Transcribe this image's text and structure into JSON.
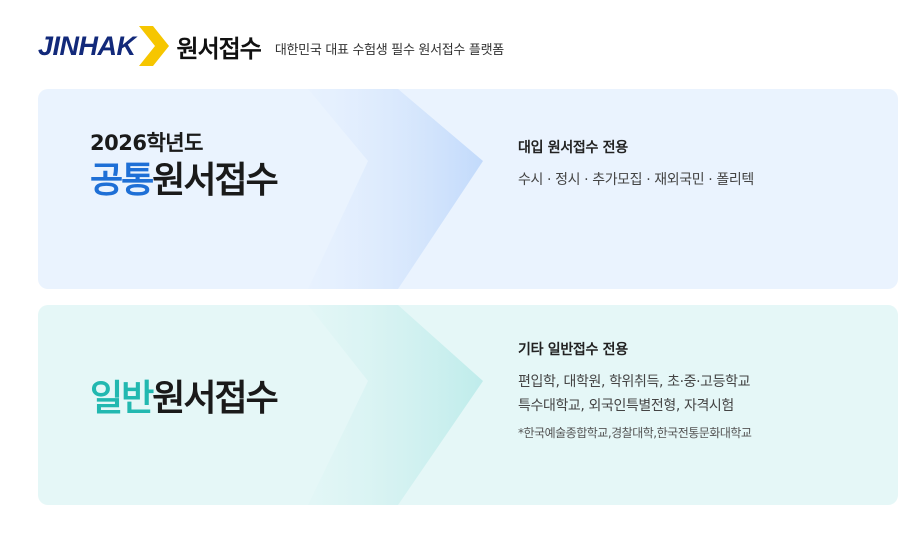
{
  "header": {
    "logo_text": "JINHAK",
    "service_name": "원서접수",
    "tagline": "대한민국 대표 수험생 필수 원서접수 플랫폼"
  },
  "cards": {
    "common": {
      "year": "2026학년도",
      "title_accent": "공통",
      "title_rest": "원서접수",
      "usage_heading": "대입 원서접수 전용",
      "usage_lines": [
        "수시 · 정시 · 추가모집 · 재외국민 · 폴리텍"
      ]
    },
    "general": {
      "title_accent": "일반",
      "title_rest": "원서접수",
      "usage_heading": "기타 일반접수 전용",
      "usage_lines": [
        "편입학, 대학원, 학위취득, 초·중·고등학교",
        "특수대학교, 외국인특별전형, 자격시험"
      ],
      "note": "*한국예술종합학교,경찰대학,한국전통문화대학교"
    }
  },
  "colors": {
    "brand_navy": "#12297a",
    "brand_yellow": "#f6c600",
    "accent_blue": "#1e6fd6",
    "accent_teal": "#22b8b0",
    "card_common_bg": "#eaf3fe",
    "card_general_bg": "#e5f7f7"
  },
  "icons": {
    "logo_mark": "chevron-right-icon",
    "card_decoration": "arrow-chevron-icon"
  }
}
